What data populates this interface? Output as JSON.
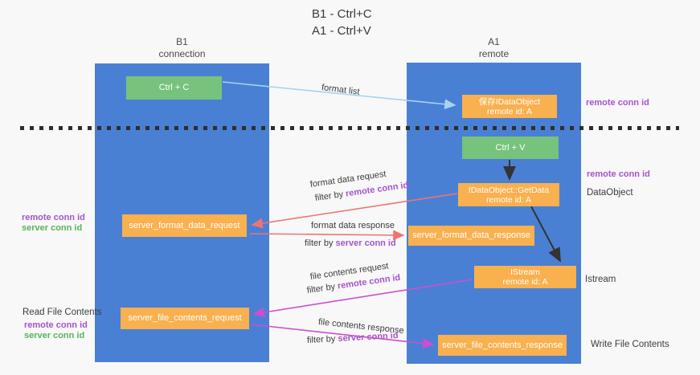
{
  "title": {
    "line1": "B1 - Ctrl+C",
    "line2": "A1 - Ctrl+V"
  },
  "columns": {
    "left": {
      "name": "B1",
      "role": "connection"
    },
    "right": {
      "name": "A1",
      "role": "remote"
    }
  },
  "boxes": {
    "ctrl_c": {
      "label": "Ctrl + C"
    },
    "save_idataobject": {
      "line1": "保存IDataObject",
      "line2": "remote id: A"
    },
    "ctrl_v": {
      "label": "Ctrl + V"
    },
    "getdata": {
      "line1": "IDataObject::GetData",
      "line2": "remote id: A"
    },
    "format_request": {
      "label": "server_format_data_request"
    },
    "format_response": {
      "label": "server_format_data_response"
    },
    "istream": {
      "line1": "IStream",
      "line2": "remote id: A"
    },
    "file_request": {
      "label": "server_file_contents_request"
    },
    "file_response": {
      "label": "server_file_contents_response"
    }
  },
  "side_labels": {
    "right_remote_conn_1": "remote conn id",
    "right_remote_conn_2": "remote conn id",
    "dataobject": "DataObject",
    "istream": "Istream",
    "write_file_contents": "Write File Contents",
    "left_remote_conn_1": "remote conn id",
    "left_server_conn_1": "server conn id",
    "read_file_contents": "Read File Contents",
    "left_remote_conn_2": "remote conn id",
    "left_server_conn_2": "server conn id"
  },
  "flow_labels": {
    "format_list": "format list",
    "format_data_request": "format data request",
    "format_data_request_filter": {
      "prefix": "filter by ",
      "id": "remote conn id"
    },
    "format_data_response": "format data response",
    "format_data_response_filter": {
      "prefix": "filter by ",
      "id": "server conn id"
    },
    "file_contents_request": "file contents request",
    "file_contents_request_filter": {
      "prefix": "filter by ",
      "id": "remote conn id"
    },
    "file_contents_response": "file contents response",
    "file_contents_response_filter": {
      "prefix": "filter by ",
      "id": "server conn id"
    }
  },
  "colors": {
    "lifeline_blue": "#4a80d4",
    "box_green": "#77c27d",
    "box_orange": "#f9b04e",
    "conn_id_purple": "#a653cc",
    "conn_id_green": "#56b45c",
    "arrow_light_blue": "#a8d2f0",
    "arrow_salmon": "#f07373",
    "arrow_magenta": "#cd4ed0",
    "arrow_black": "#333333",
    "background": "#f8f8f8"
  }
}
